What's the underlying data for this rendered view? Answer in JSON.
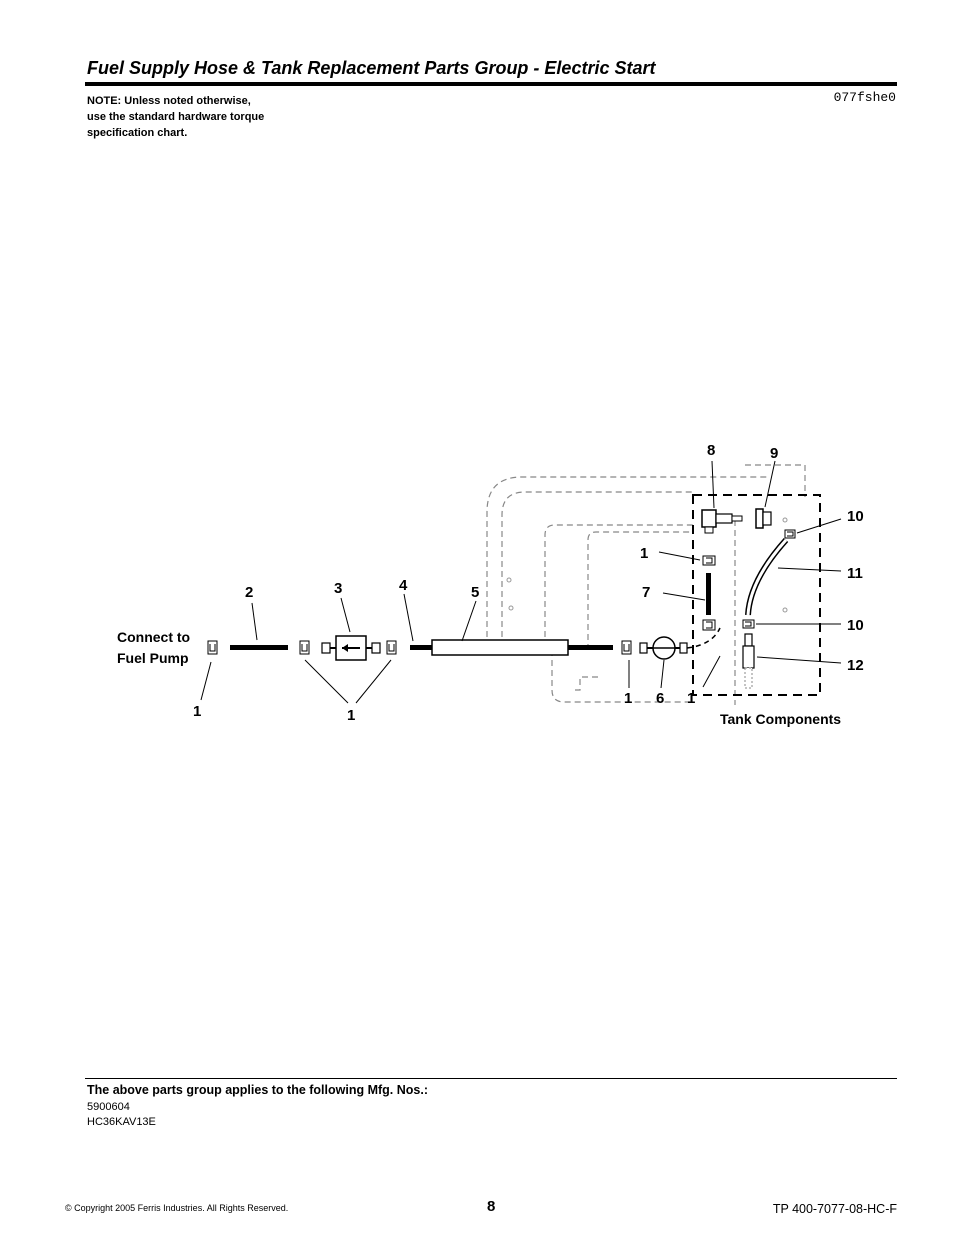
{
  "header": {
    "title": "Fuel Supply Hose & Tank Replacement Parts Group - Electric Start",
    "note_lines": [
      "NOTE: Unless noted otherwise,",
      "use the standard hardware torque",
      "specification chart."
    ],
    "drawing_code": "077fshe0"
  },
  "diagram": {
    "connect_label_lines": [
      "Connect to",
      "Fuel Pump"
    ],
    "tank_label": "Tank Components",
    "callouts": {
      "c1a": "1",
      "c2": "2",
      "c3": "3",
      "c1b": "1",
      "c4": "4",
      "c5": "5",
      "c1c": "1",
      "c6": "6",
      "c1d": "1",
      "c1e": "1",
      "c7": "7",
      "c8": "8",
      "c9": "9",
      "c10a": "10",
      "c11": "11",
      "c10b": "10",
      "c12": "12"
    }
  },
  "footer": {
    "applies_label": "The above parts group applies to the following Mfg. Nos.:",
    "mfg_numbers": [
      "5900604",
      "HC36KAV13E"
    ],
    "copyright": "© Copyright  2005 Ferris Industries. All Rights Reserved.",
    "page_number": "8",
    "doc_number": "TP 400-7077-08-HC-F"
  }
}
